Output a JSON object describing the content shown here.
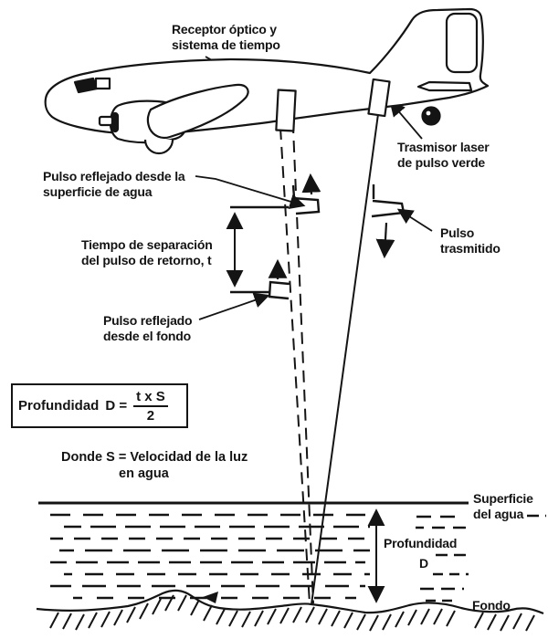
{
  "colors": {
    "ink": "#141414",
    "paper": "#ffffff"
  },
  "diagram": {
    "receiver_label": {
      "line1": "Receptor óptico y",
      "line2": "sistema de tiempo"
    },
    "transmitter_label": {
      "line1": "Trasmisor laser",
      "line2": "de pulso verde"
    },
    "surface_pulse_label": {
      "line1": "Pulso reflejado desde la",
      "line2": "superficie de agua"
    },
    "time_label": {
      "line1": "Tiempo de separación",
      "line2": "del pulso de retorno, t"
    },
    "bottom_pulse_label": {
      "line1": "Pulso reflejado",
      "line2": "desde el fondo"
    },
    "transmitted_pulse_label": {
      "line1": "Pulso",
      "line2": "trasmitido"
    },
    "formula": {
      "prefix": "Profundidad",
      "lhs": "D =",
      "numerator": "t x S",
      "denominator": "2"
    },
    "note": {
      "line1": "Donde S = Velocidad de la luz",
      "line2": "en agua"
    },
    "water_surface_label": {
      "line1": "Superficie",
      "line2": "del agua"
    },
    "depth_label": {
      "line1": "Profundidad",
      "line2": "D"
    },
    "bottom_label": "Fondo"
  }
}
